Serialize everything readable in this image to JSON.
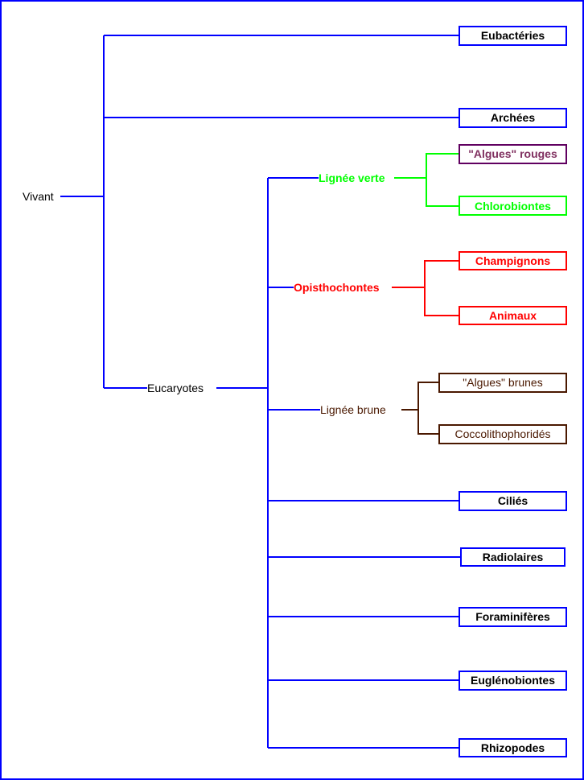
{
  "colors": {
    "frame": "#0000ff",
    "main": "#0000ff",
    "green": "#00ff00",
    "red": "#ff0000",
    "brown": "#4a1800",
    "purple_border": "#600060",
    "purple_text": "#803060"
  },
  "tree": {
    "root": "Vivant",
    "eucaryotes": "Eucaryotes",
    "lignee_verte": "Lignée verte",
    "opisthochontes": "Opisthochontes",
    "lignee_brune": "Lignée brune",
    "leaves": {
      "eubacteries": "Eubactéries",
      "archees": "Archées",
      "algues_rouges": "\"Algues\" rouges",
      "chlorobiontes": "Chlorobiontes",
      "champignons": "Champignons",
      "animaux": "Animaux",
      "algues_brunes": "\"Algues\" brunes",
      "coccolithophorides": "Coccolithophoridés",
      "cilies": "Ciliés",
      "radiolaires": "Radiolaires",
      "foraminiferes": "Foraminifères",
      "euglenobiontes": "Euglénobiontes",
      "rhizopodes": "Rhizopodes"
    }
  }
}
